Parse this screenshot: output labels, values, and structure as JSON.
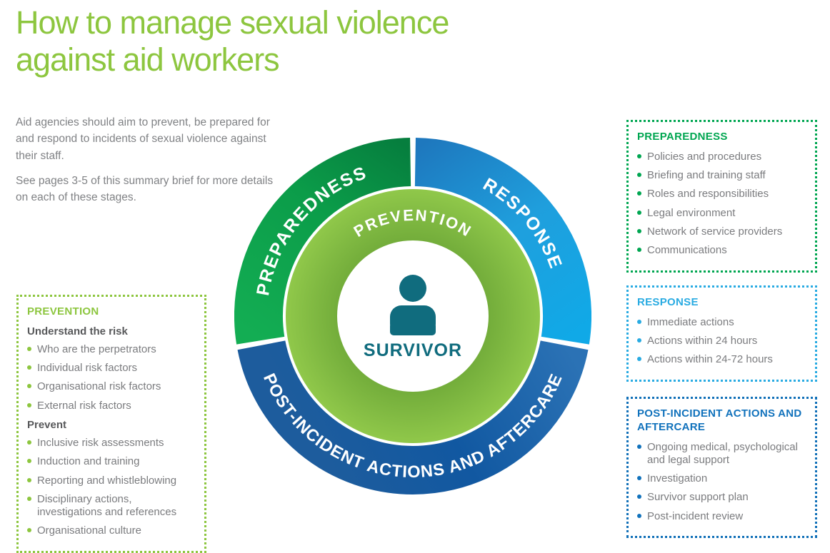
{
  "page": {
    "title": "How to manage sexual violence against aid workers"
  },
  "intro": {
    "p1": "Aid agencies should aim to prevent, be prepared for and respond to incidents of sexual violence against their staff.",
    "p2": "See pages 3-5 of this summary brief for more details on each of these stages."
  },
  "diagram": {
    "center_label": "SURVIVOR",
    "inner_ring_label": "PREVENTION",
    "segments": [
      {
        "label": "PREPAREDNESS",
        "color_start": "#067E3E",
        "color_end": "#13AD53"
      },
      {
        "label": "RESPONSE",
        "color_start": "#1E78BE",
        "color_end": "#10A9E7"
      },
      {
        "label": "POST-INCIDENT ACTIONS AND AFTERCARE",
        "color_start": "#2B72B5",
        "color_end": "#1158A1"
      }
    ],
    "inner_ring_color": "#8DC63F",
    "survivor_color": "#106C7E"
  },
  "colors": {
    "title_green": "#8DC63F",
    "preparedness_green": "#00A651",
    "response_blue": "#29ABE2",
    "post_incident_blue": "#1172BC",
    "body_gray": "#808285",
    "subhead_gray": "#58595B"
  },
  "boxes": {
    "prevention": {
      "title": "PREVENTION",
      "sections": [
        {
          "heading": "Understand the risk",
          "items": [
            "Who are the perpetrators",
            "Individual risk factors",
            "Organisational risk factors",
            "External risk factors"
          ]
        },
        {
          "heading": "Prevent",
          "items": [
            "Inclusive risk assessments",
            "Induction and training",
            "Reporting and whistleblowing",
            "Disciplinary actions, investigations and references",
            "Organisational culture"
          ]
        }
      ]
    },
    "preparedness": {
      "title": "PREPAREDNESS",
      "items": [
        "Policies and procedures",
        "Briefing and training staff",
        "Roles and responsibilities",
        "Legal environment",
        "Network of service providers",
        "Communications"
      ]
    },
    "response": {
      "title": "RESPONSE",
      "items": [
        "Immediate actions",
        "Actions within 24 hours",
        "Actions within 24-72 hours"
      ]
    },
    "post_incident": {
      "title": "POST-INCIDENT ACTIONS AND AFTERCARE",
      "items": [
        "Ongoing medical, psychological and legal support",
        "Investigation",
        "Survivor support plan",
        "Post-incident review"
      ]
    }
  }
}
